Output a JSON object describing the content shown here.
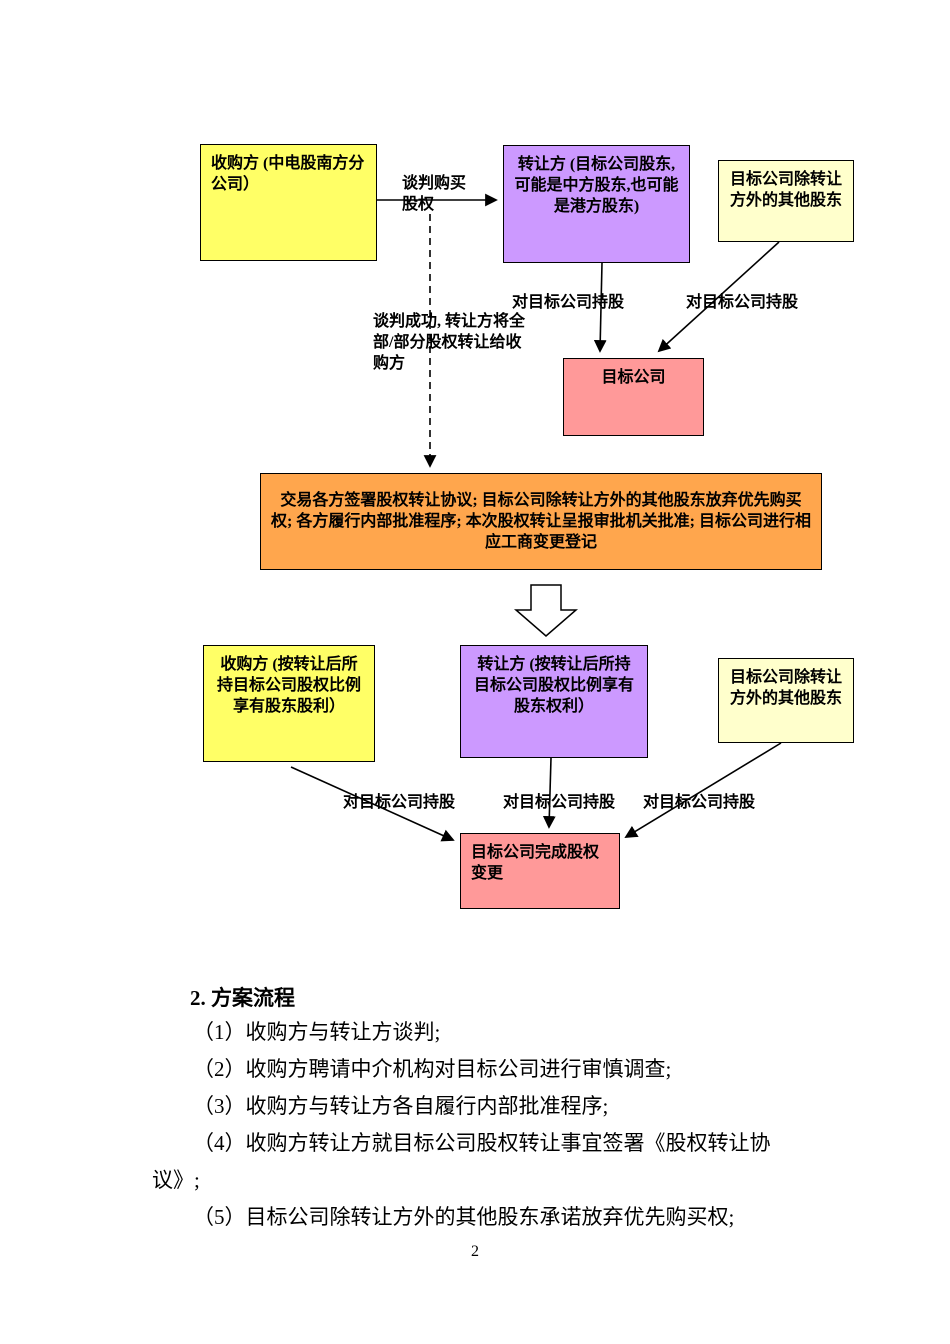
{
  "page": {
    "number": "2"
  },
  "flowchart": {
    "colors": {
      "yellow": "#FFFF66",
      "purple": "#CC99FF",
      "pale_yellow": "#FFFFCC",
      "pink": "#FF9999",
      "orange": "#FFA64D"
    },
    "boxes": {
      "acquirer_top": "收购方 (中电股南方分公司）",
      "transferor_top": "转让方 (目标公司股东,可能是中方股东,也可能是港方股东)",
      "other_shareholders_top": "目标公司除转让方外的其他股东",
      "target_company": "目标公司",
      "agreement": "交易各方签署股权转让协议; 目标公司除转让方外的其他股东放弃优先购买权; 各方履行内部批准程序; 本次股权转让呈报审批机关批准; 目标公司进行相应工商变更登记",
      "acquirer_bottom": "收购方 (按转让后所持目标公司股权比例享有股东股利）",
      "transferor_bottom": "转让方 (按转让后所持目标公司股权比例享有股东权利）",
      "other_shareholders_bottom": "目标公司除转让方外的其他股东",
      "target_company_complete": "目标公司完成股权变更"
    },
    "labels": {
      "negotiate": "谈判购买股权",
      "negotiation_success": "谈判成功, 转让方将全部/部分股权转让给收购方",
      "holding_top_1": "对目标公司持股",
      "holding_top_2": "对目标公司持股",
      "holding_bottom_1": "对目标公司持股",
      "holding_bottom_2": "对目标公司持股",
      "holding_bottom_3": "对目标公司持股"
    }
  },
  "body": {
    "heading": "2. 方案流程",
    "items": [
      "（1）收购方与转让方谈判;",
      "（2）收购方聘请中介机构对目标公司进行审慎调查;",
      "（3）收购方与转让方各自履行内部批准程序;",
      "（4）收购方转让方就目标公司股权转让事宜签署《股权转让协议》;",
      "（5）目标公司除转让方外的其他股东承诺放弃优先购买权;"
    ]
  }
}
